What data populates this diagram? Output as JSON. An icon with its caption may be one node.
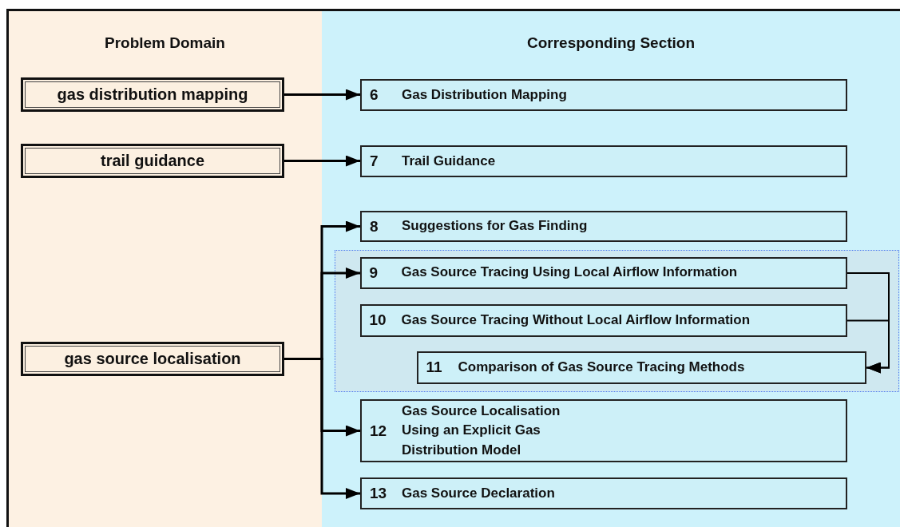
{
  "diagram": {
    "nodes": [
      {
        "text": [
          "Problem Domain"
        ]
      },
      {
        "text": [
          "gas distribution mapping"
        ],
        "in": 0
      },
      {
        "text": [
          "trail guidance"
        ],
        "in": 0
      },
      {
        "text": [
          "gas source localisation"
        ],
        "in": 0
      },
      {
        "text": [
          "Corresponding Section"
        ]
      },
      {
        "text": [
          "6",
          "Gas Distribution Mapping"
        ],
        "in": 4
      },
      {
        "text": [
          "7",
          "Trail Guidance"
        ],
        "in": 4
      },
      {
        "text": [
          "8",
          "Suggestions for Gas Finding"
        ],
        "in": 4
      },
      {
        "text": [],
        "shape": "box",
        "in": 4
      },
      {
        "text": [
          "9",
          "Gas Source Tracing Using Local Airflow Information"
        ],
        "in": 8
      },
      {
        "text": [
          "10",
          "Gas Source Tracing Without Local Airflow Information"
        ],
        "in": 8
      },
      {
        "text": [
          "11",
          "Comparison of Gas Source Tracing Methods"
        ],
        "in": 8
      },
      {
        "text": [
          "12",
          "Gas Source Localisation Using an Explicit Gas Distribution Model"
        ],
        "in": 4
      },
      {
        "text": [
          "13",
          "Gas Source Declaration"
        ],
        "in": 4
      }
    ],
    "edges": [
      {
        "from": 1,
        "to": 5,
        "arrow": "to"
      },
      {
        "from": 2,
        "to": 6,
        "arrow": "to"
      },
      {
        "from": 3,
        "to": 7,
        "arrow": "to"
      },
      {
        "from": 3,
        "to": 9,
        "arrow": "to"
      },
      {
        "from": 3,
        "to": 12,
        "arrow": "to"
      },
      {
        "from": 3,
        "to": 13,
        "arrow": "to"
      },
      {
        "from": 9,
        "to": 11,
        "arrow": "to"
      },
      {
        "from": 10,
        "to": 11,
        "arrow": "to"
      }
    ]
  }
}
